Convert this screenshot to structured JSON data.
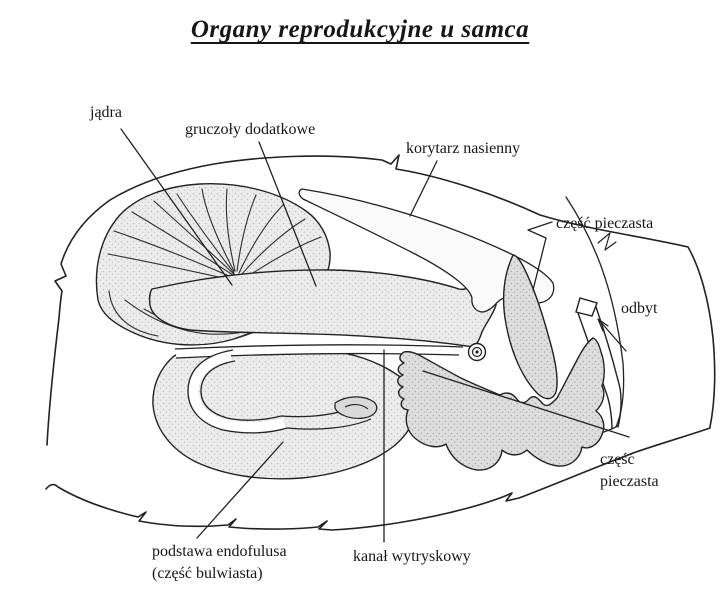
{
  "title": "Organy reprodukcyjne u samca",
  "labels": {
    "jadra": "jądra",
    "gruczoly_dodatkowe": "gruczoły dodatkowe",
    "korytarz_nasienny": "korytarz nasienny",
    "czesc_pieczasta_top": "część pieczasta",
    "odbyt": "odbyt",
    "czesc_pieczasta_bottom": {
      "line1": "część",
      "line2": "pieczasta"
    },
    "podstawa_endofulusa": {
      "line1": "podstawa endofulusa",
      "line2": "(część bulwiasta)"
    },
    "kanal_wytryskowy": "kanał wytryskowy"
  },
  "colors": {
    "ink": "#222222",
    "paper": "#ffffff",
    "shading_light": "#ececec",
    "shading_dark": "#dedede"
  }
}
